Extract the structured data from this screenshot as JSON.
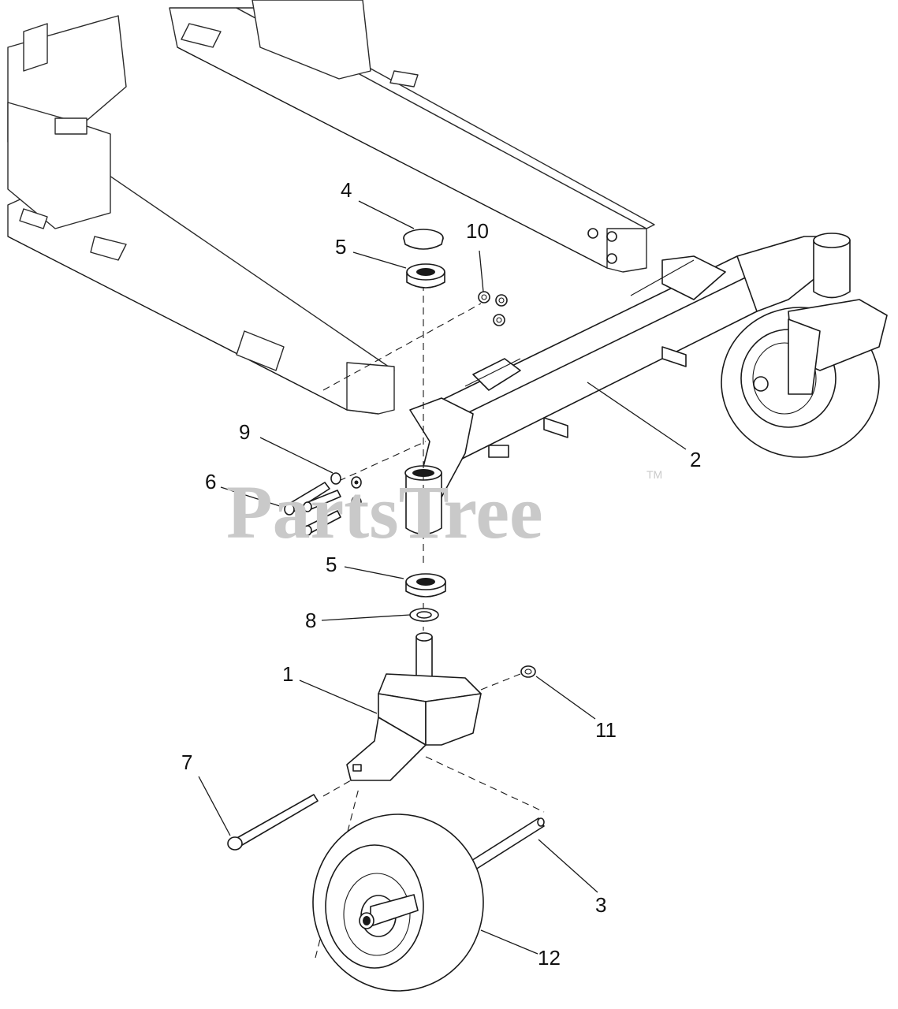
{
  "watermark": {
    "text": "PartsTree",
    "trademark": "TM",
    "color": "#c9c9c9"
  },
  "callouts": {
    "c1": "1",
    "c2": "2",
    "c3": "3",
    "c4": "4",
    "c5a": "5",
    "c5b": "5",
    "c6": "6",
    "c7": "7",
    "c8": "8",
    "c9": "9",
    "c10": "10",
    "c11": "11",
    "c12": "12"
  },
  "colors": {
    "line": "#1a1a1a",
    "background": "#ffffff"
  }
}
